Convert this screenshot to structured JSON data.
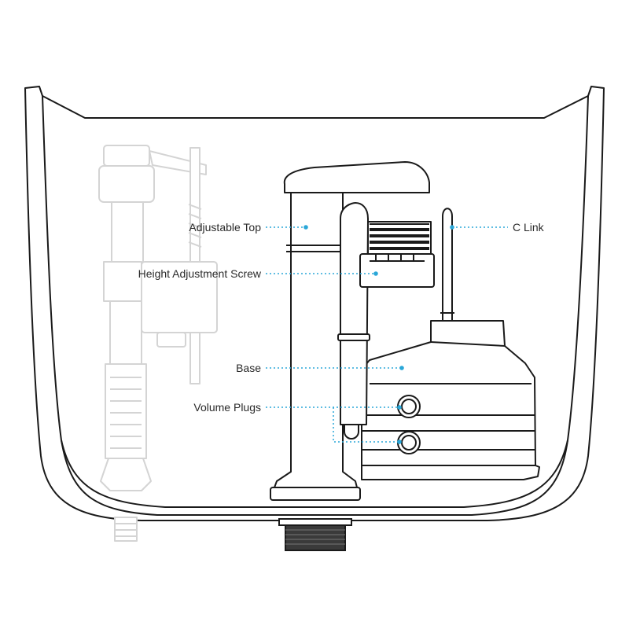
{
  "labels": {
    "adjustable_top": "Adjustable Top",
    "height_adjustment_screw": "Height Adjustment Screw",
    "base": "Base",
    "volume_plugs": "Volume Plugs",
    "c_link": "C Link"
  },
  "colors": {
    "outline": "#1a1a1a",
    "faded_outline": "#d4d4d4",
    "leader": "#2aa7d8",
    "background": "#ffffff"
  }
}
